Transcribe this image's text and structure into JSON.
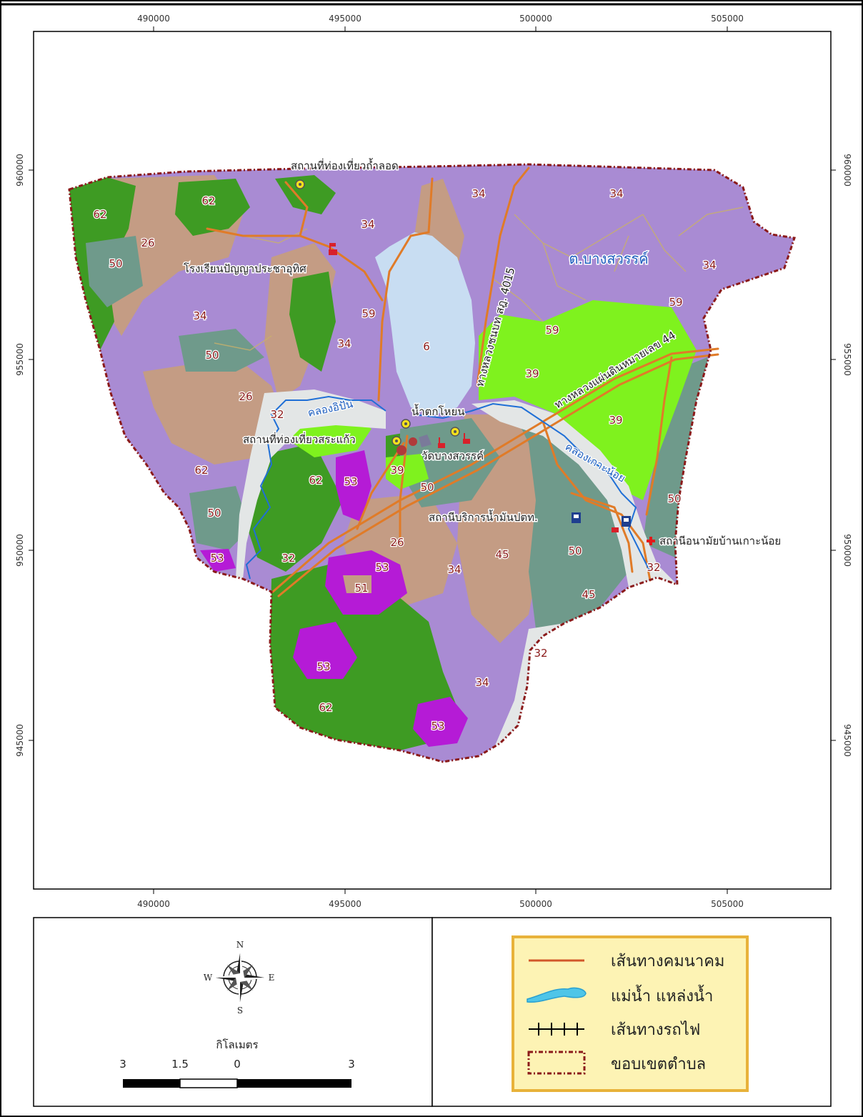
{
  "map": {
    "x_ticks": [
      "490000",
      "495000",
      "500000",
      "505000"
    ],
    "y_ticks": [
      "960000",
      "955000",
      "950000",
      "945000"
    ],
    "region_name": "ต.บางสวรรค์",
    "colors": {
      "purple_zone": "#a98bd3",
      "tan_zone": "#c49c84",
      "dark_green_zone": "#3e9b23",
      "light_green_zone": "#7ff21e",
      "grey_green_zone": "#6f9a8b",
      "magenta_zone": "#b51bd6",
      "lake": "#c8ddf2",
      "light_grey_zone": "#e3e6e6",
      "road": "#e07b28",
      "river": "#1f6fd6",
      "boundary": "#8b1a1a"
    },
    "zone_labels": [
      "62",
      "62",
      "26",
      "50",
      "34",
      "50",
      "26",
      "32",
      "62",
      "62",
      "50",
      "53",
      "32",
      "34",
      "34",
      "59",
      "6",
      "34",
      "34",
      "34",
      "59",
      "59",
      "39",
      "39",
      "39",
      "50",
      "53",
      "26",
      "53",
      "51",
      "34",
      "45",
      "50",
      "45",
      "50",
      "32",
      "32",
      "53",
      "62",
      "34",
      "53"
    ],
    "places": {
      "cave": "สถานที่ท่องเที่ยวถ้ำลอด",
      "school": "โรงเรียนปัญญาประชาอุทิศ",
      "waterfall": "น้ำตกโหยน",
      "sra_kaeo": "สถานที่ท่องเที่ยวสระแก้ว",
      "temple": "วัดบางสวรรค์",
      "gas_station": "สถานีบริการน้ำมันปตท.",
      "health_station": "สถานีอนามัยบ้านเกาะน้อย"
    },
    "roads": {
      "road_4015": "ทางหลวงชนบท สฎ. 4015",
      "highway_44": "ทางหลวงแผ่นดินหมายเลข 44"
    },
    "waterways": {
      "khlong_ipan": "คลองอิปัน",
      "khlong_ko_noi": "คลองเกาะน้อย"
    }
  },
  "compass": {
    "n": "N",
    "s": "S",
    "e": "E",
    "w": "W",
    "icon": "compass-rose-icon"
  },
  "scale": {
    "unit": "กิโลเมตร",
    "ticks": [
      "3",
      "1.5",
      "0",
      "3"
    ]
  },
  "legend": {
    "items": [
      {
        "label": "เส้นทางคมนาคม",
        "symbol": "road-line-icon"
      },
      {
        "label": "แม่น้ำ  แหล่งน้ำ",
        "symbol": "water-body-icon"
      },
      {
        "label": "เส้นทางรถไฟ",
        "symbol": "railway-icon"
      },
      {
        "label": "ขอบเขตตำบล",
        "symbol": "district-boundary-icon"
      }
    ],
    "colors": {
      "background": "#fdf3b4",
      "border": "#e8b23a"
    }
  }
}
